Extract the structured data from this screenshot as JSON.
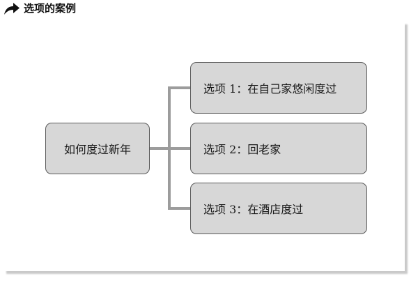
{
  "header": {
    "icon": "curved-arrow-icon",
    "title": "选项的案例"
  },
  "diagram": {
    "root": {
      "label": "如何度过新年"
    },
    "options": [
      {
        "label": "选项 1：在自己家悠闲度过"
      },
      {
        "label": "选项 2：回老家"
      },
      {
        "label": "选项 3：在酒店度过"
      }
    ]
  },
  "colors": {
    "node_fill": "#d7d7d7",
    "node_border": "#5a5a5a",
    "connector": "#9c9c9c",
    "panel_shadow": "#c9c9c9"
  }
}
